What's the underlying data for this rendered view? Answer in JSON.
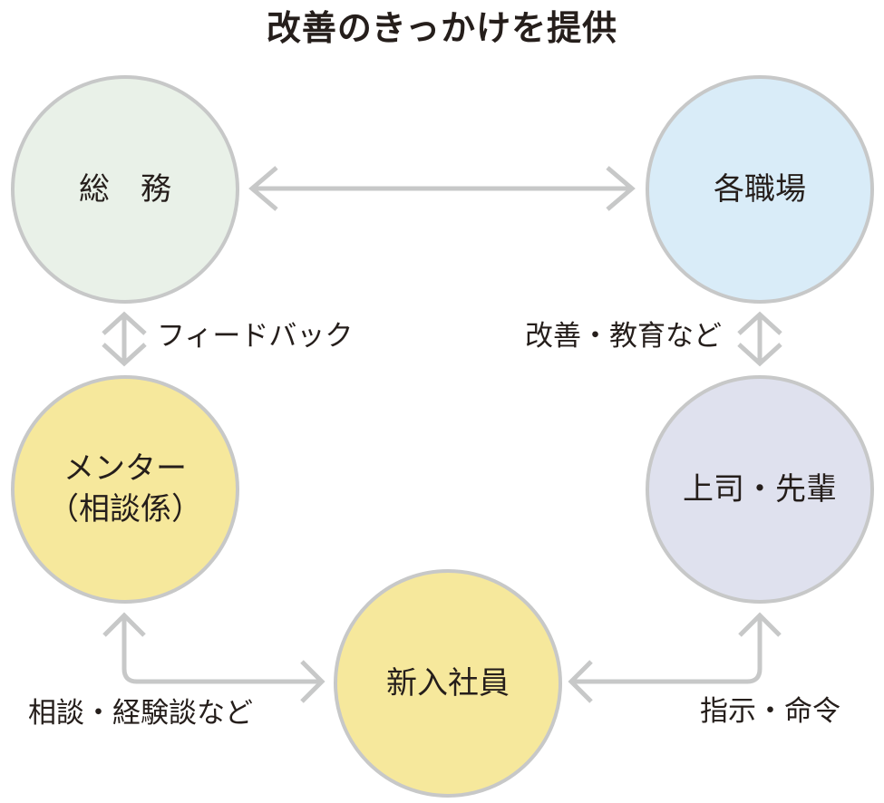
{
  "title": "改善のきっかけを提供",
  "colors": {
    "green": "#e9f1e8",
    "blue": "#d9ecf8",
    "yellow": "#f6e89c",
    "lavender": "#dfe1ee",
    "stroke": "#c7c8c8",
    "text": "#251e1b"
  },
  "nodes": {
    "soumu": {
      "label": "総　務",
      "fill": "green"
    },
    "kakushokuba": {
      "label": "各職場",
      "fill": "blue"
    },
    "mentor": {
      "label_line1": "メンター",
      "label_line2": "（相談係）",
      "fill": "yellow"
    },
    "joshi_senpai": {
      "label": "上司・先輩",
      "fill": "lavender"
    },
    "shinnyu_shain": {
      "label": "新入社員",
      "fill": "yellow"
    }
  },
  "edges": [
    {
      "from": "soumu",
      "to": "kakushokuba",
      "type": "double-headed-horizontal",
      "label": ""
    },
    {
      "from": "soumu",
      "to": "mentor",
      "type": "double-headed-vertical",
      "label": "フィードバック"
    },
    {
      "from": "kakushokuba",
      "to": "joshi_senpai",
      "type": "double-headed-vertical",
      "label": "改善・教育など"
    },
    {
      "from": "mentor",
      "to": "shinnyu_shain",
      "type": "double-headed-elbow",
      "label": "相談・経験談など"
    },
    {
      "from": "joshi_senpai",
      "to": "shinnyu_shain",
      "type": "double-headed-elbow",
      "label": "指示・命令"
    }
  ]
}
